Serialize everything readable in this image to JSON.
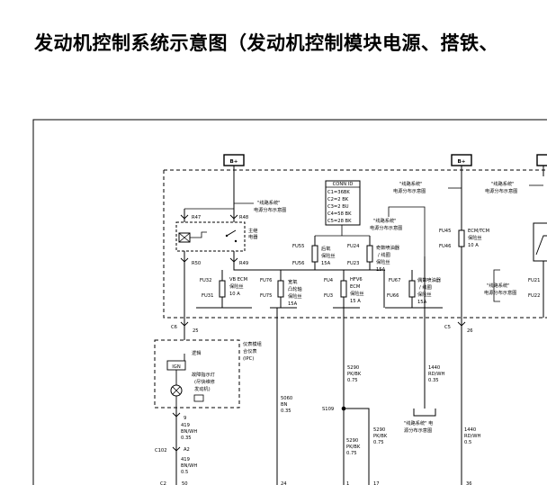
{
  "title": "发动机控制系统示意图（发动机控制模块电源、搭铁、",
  "battery_labels": {
    "left": "B+",
    "mid": "B+"
  },
  "conn_id": {
    "header": "CONN ID",
    "lines": [
      "C1=36BK",
      "C2=2 BK",
      "C3=2 BU",
      "C4=58 BK",
      "C5=28 BK"
    ]
  },
  "refs": {
    "wiring_ref_1": [
      "\"线路系统\"",
      "电源分布示意图"
    ],
    "wiring_ref_2": [
      "\"线路系统\"",
      "电源分布示意图"
    ],
    "wiring_ref_3": [
      "\"线路系统\"",
      "电源分布示意图"
    ],
    "wiring_ref_4": [
      "\"线路系统\"",
      "电源分布示意图"
    ],
    "wiring_ref_5": [
      "\"线路系统\"",
      "电源分布示意图"
    ],
    "wiring_ref_bottom": [
      "\"线路系统\" 电",
      "源分布示意图"
    ]
  },
  "relay": {
    "label": [
      "主继",
      "电器"
    ],
    "r47": "R47",
    "r48": "R48",
    "r50": "R50",
    "r49": "R49"
  },
  "fuses": {
    "fu32": "FU32",
    "fu31": "FU31",
    "vb_ecm": [
      "VB ECM",
      "保险丝",
      "10 A"
    ],
    "fu76": "FU76",
    "fu75": "FU75",
    "wideband": [
      "宽氧",
      "凸轮轴",
      "保险丝",
      "15A"
    ],
    "fu55": "FU55",
    "fu56": "FU56",
    "rear_o2": [
      "后氧",
      "保险丝",
      "15A"
    ],
    "fu4": "FU4",
    "fu3": "FU3",
    "hfv6": [
      "HFV6",
      "ECM",
      "保险丝",
      "15 A"
    ],
    "fu24": "FU24",
    "fu23": "FU23",
    "even_inj": [
      "奇数喷油器",
      "/ 线圈",
      "保险丝",
      "15A"
    ],
    "fu67": "FU67",
    "fu66": "FU66",
    "odd_inj": [
      "偶数喷油器",
      "/ 线圈",
      "保险丝",
      "15A"
    ],
    "fu45": "FU45",
    "fu46": "FU46",
    "ecm_tcm": [
      "ECM/TCM",
      "保险丝",
      "10 A"
    ],
    "fu21": "FU21",
    "fu22": "FU22"
  },
  "connectors": {
    "c6_left": "C6",
    "pin25": "25",
    "c5_right": "C5",
    "pin26": "26",
    "c102": "C102",
    "c2": "C2"
  },
  "ipc": {
    "title": [
      "仪表模组",
      "合仪表",
      "(IPC)"
    ],
    "logic": "逻辑",
    "ign": "IGN",
    "mil": [
      "故障指示灯",
      "(尽快维修",
      "发动机)"
    ]
  },
  "wires": {
    "w9": "9",
    "w419_a": [
      "419",
      "BN/WH",
      "0.35"
    ],
    "a2": "A2",
    "w419_b": [
      "419",
      "BN/WH",
      "0.5"
    ],
    "p50": "50",
    "w5060": [
      "5060",
      "BN",
      "0.35"
    ],
    "p24": "24",
    "w5290_a": [
      "5290",
      "PK/BK",
      "0.75"
    ],
    "s109": "S109",
    "w5290_b": [
      "5290",
      "PK/BK",
      "0.75"
    ],
    "p1": "1",
    "w5290_c": [
      "5290",
      "PK/BK",
      "0.75"
    ],
    "p17": "17",
    "w1440_a": [
      "1440",
      "RD/WH",
      "0.35"
    ],
    "w1440_b": [
      "1440",
      "RD/WH",
      "0.5"
    ],
    "p36": "36"
  }
}
